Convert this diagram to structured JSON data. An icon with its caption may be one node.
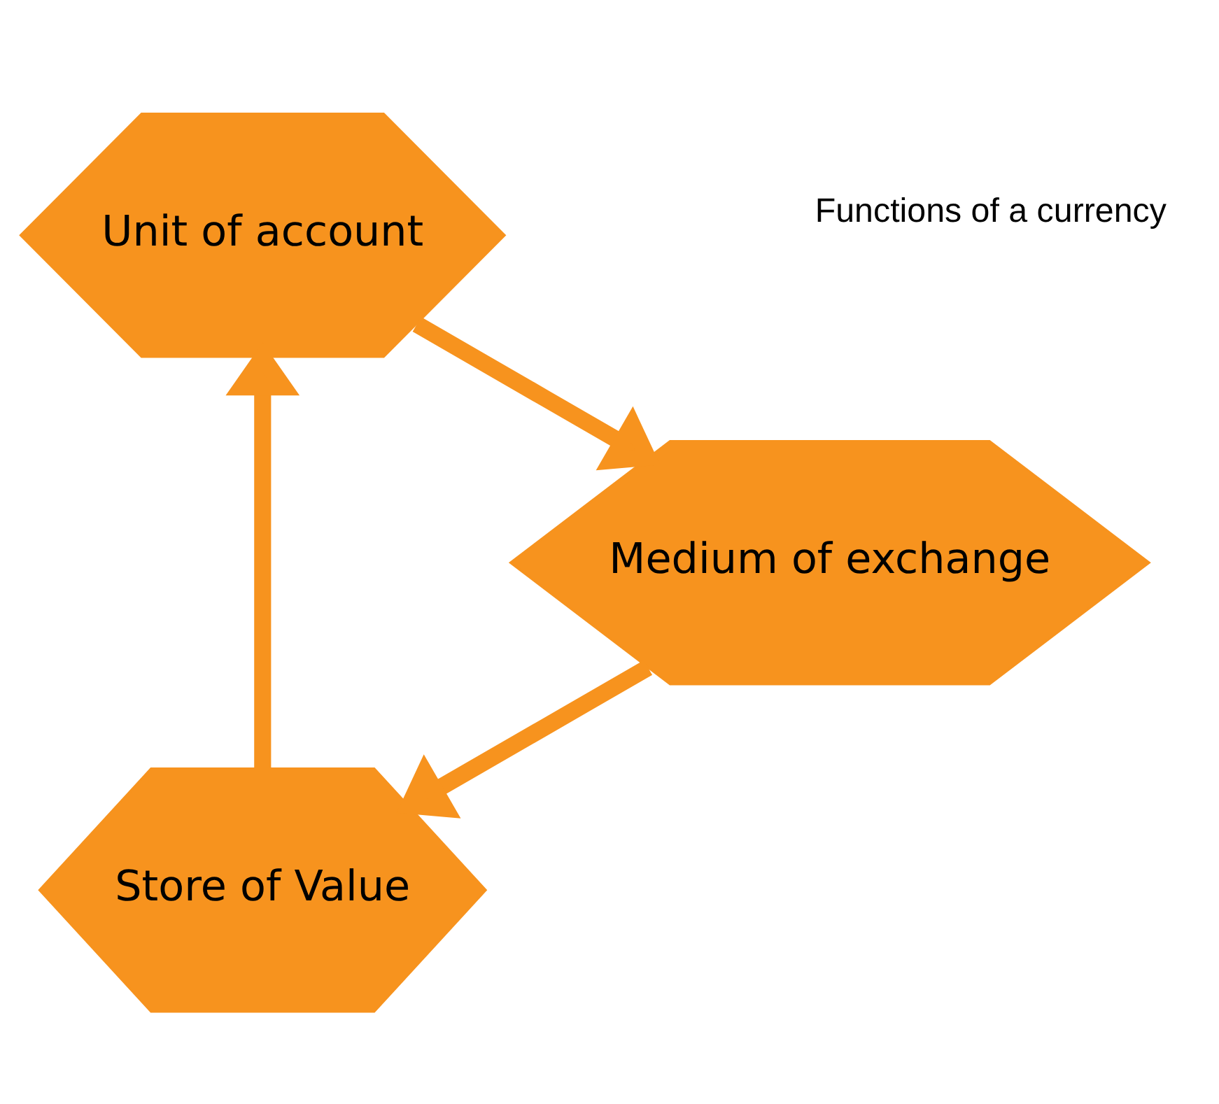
{
  "diagram": {
    "nodes": [
      {
        "text": [
          "Store of Value"
        ]
      },
      {
        "text": [
          "Unit of account"
        ]
      },
      {
        "text": [
          "Medium of exchange"
        ]
      }
    ],
    "edges": [
      {
        "from": 0,
        "to": 1,
        "arrow": "to"
      },
      {
        "from": 1,
        "to": 2,
        "arrow": "to"
      },
      {
        "from": 2,
        "to": 0,
        "arrow": "to"
      }
    ],
    "labels": [
      "Functions of a currency"
    ]
  }
}
